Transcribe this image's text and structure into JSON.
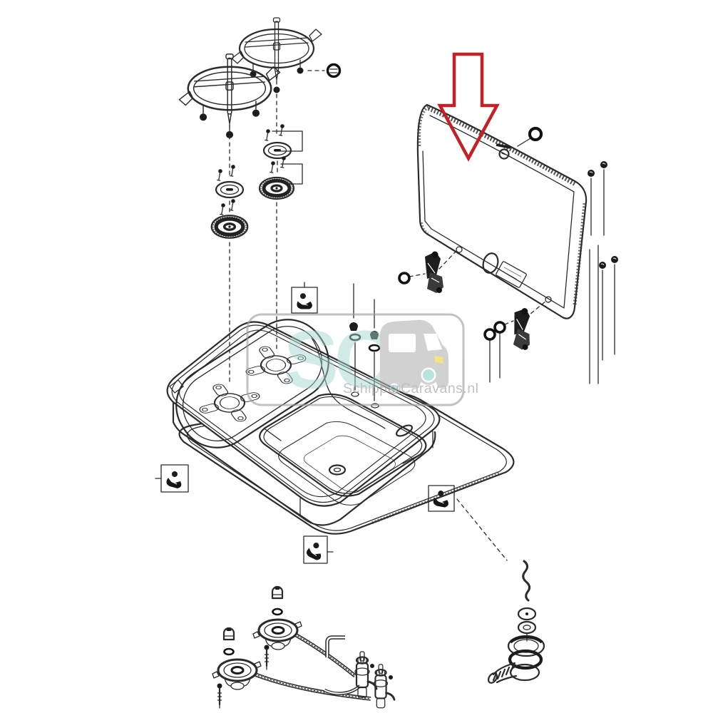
{
  "diagram": {
    "kind": "exploded-parts-diagram",
    "subject": "caravan combination hob and sink unit (spare parts drawing)",
    "background": "#ffffff",
    "line_color": "#2b2b2b",
    "highlight": {
      "marker": "red-outline-arrow",
      "color": "#c32127",
      "points_to": "glass-lid"
    },
    "parts": [
      "pan-support-rear",
      "pan-support-front",
      "rubber-feet",
      "foot-grommet",
      "simmer-cap-right",
      "simmer-cap-left",
      "burner-crown-right",
      "burner-crown-left",
      "fixing-screws",
      "glass-lid",
      "lid-latch-button",
      "lid-grommet",
      "lid-hinge-left",
      "lid-hinge-right",
      "hinge-grommets",
      "lid-pivot-screws",
      "lid-label-sticker",
      "hob-sink-tray",
      "burner-mounting-bracket-left",
      "burner-mounting-bracket-right",
      "sink-bowl",
      "drain-hole",
      "overflow-slot",
      "seal-gasket",
      "mounting-clamp-detail-a",
      "mounting-clamp-detail-b",
      "mounting-clamp-detail-c",
      "mounting-clamp-detail-d",
      "hinge-fasteners",
      "drain-assembly",
      "drain-washers",
      "drain-flange",
      "drain-elbow-hose",
      "burner-body-right",
      "burner-body-left",
      "injector-jet-right",
      "injector-jet-left",
      "gas-valves",
      "gas-supply-pipes",
      "l-shaped-pipe"
    ]
  },
  "watermark": {
    "monogram": "SC",
    "monogram_color": "#a5d8cf",
    "text": "SchipperCaravans.nl",
    "text_color": "#9b9b9b",
    "border_color": "#9c9c9c",
    "van_color": "#b5b5b5",
    "wheel_color": "#8fd2c9",
    "headlight_color": "#efd23f"
  }
}
